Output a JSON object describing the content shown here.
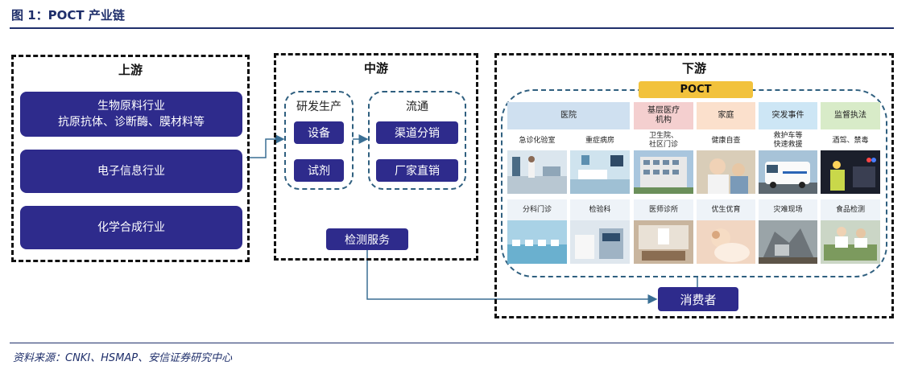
{
  "figure_title": "图 1：POCT 产业链",
  "source_note": "资料来源：CNKI、HSMAP、安信证券研究中心",
  "upstream": {
    "title": "上游",
    "items": [
      "生物原料行业\n抗原抗体、诊断酶、膜材料等",
      "电子信息行业",
      "化学合成行业"
    ]
  },
  "midstream": {
    "title": "中游",
    "rd": {
      "title": "研发生产",
      "items": [
        "设备",
        "试剂"
      ]
    },
    "dist": {
      "title": "流通",
      "items": [
        "渠道分销",
        "厂家直销"
      ]
    },
    "service": "检测服务"
  },
  "downstream": {
    "title": "下游",
    "tag": "POCT",
    "headers": [
      "医院",
      "基层医疗\n机构",
      "家庭",
      "突发事件",
      "监督执法"
    ],
    "row1": [
      "急诊化验室",
      "重症病房",
      "卫生院、\n社区门诊",
      "健康自查",
      "救护车等\n快速救援",
      "酒驾、禁毒"
    ],
    "row2": [
      "分科门诊",
      "检验科",
      "医师诊所",
      "优生优育",
      "灾难现场",
      "食品检测"
    ]
  },
  "consumer": "消费者",
  "colors": {
    "navy": "#2e2b8c",
    "title": "#1f2f6b",
    "poct": "#f2c23c",
    "arrow": "#3a6f94"
  }
}
